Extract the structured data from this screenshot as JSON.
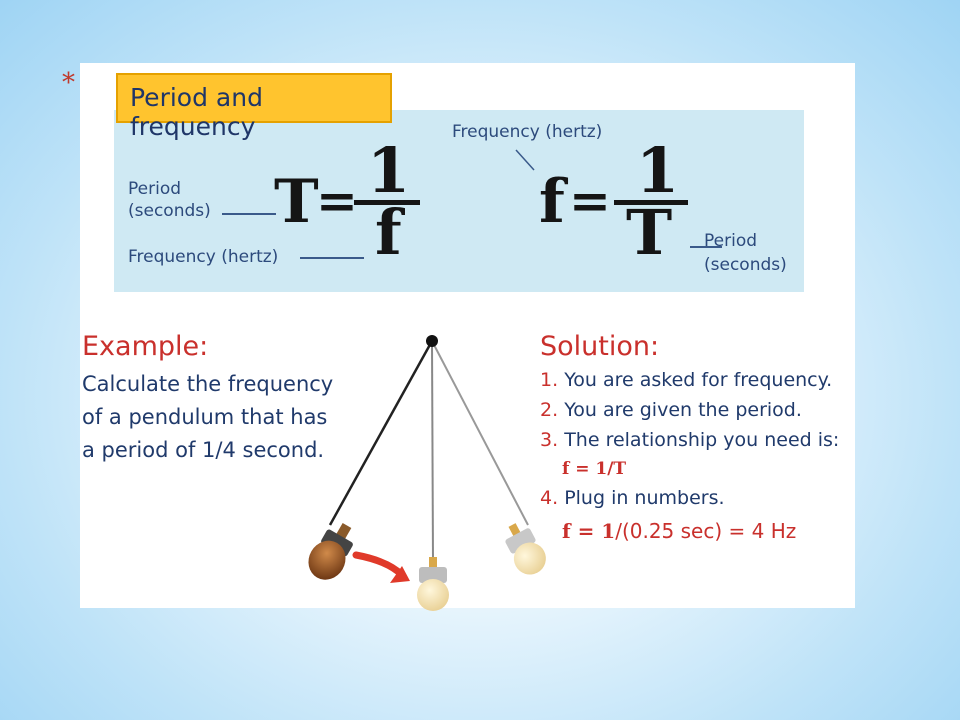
{
  "slide": {
    "bullet": "*"
  },
  "figure": {
    "title": "Period and frequency",
    "formula_T": {
      "lhs": "T",
      "equals": "=",
      "numerator": "1",
      "denominator": "f",
      "label_period_line1": "Period",
      "label_period_line2": "(seconds)",
      "label_frequency": "Frequency (hertz)"
    },
    "formula_f": {
      "lhs": "f",
      "equals": "=",
      "numerator": "1",
      "denominator": "T",
      "label_frequency": "Frequency (hertz)",
      "label_period_line1": "Period",
      "label_period_line2": "(seconds)"
    },
    "example": {
      "heading": "Example:",
      "lines": [
        "Calculate the frequency",
        "of a pendulum that has",
        "a period of 1/4 second."
      ]
    },
    "solution": {
      "heading": "Solution:",
      "steps": [
        {
          "num": "1.",
          "text": "You are asked for frequency."
        },
        {
          "num": "2.",
          "text": "You are given the period."
        },
        {
          "num": "3.",
          "text": "The relationship you need is:"
        },
        {
          "num": "4.",
          "text": "Plug in numbers."
        }
      ],
      "relationship": "f = 1/T",
      "calc_lhs": "f = 1",
      "calc_rhs": "/(0.25 sec) = 4 Hz"
    },
    "colors": {
      "panel": "#cfe9f3",
      "title_box": "#ffc42e",
      "heading_red": "#c9302c",
      "text_navy": "#203a6b"
    }
  }
}
